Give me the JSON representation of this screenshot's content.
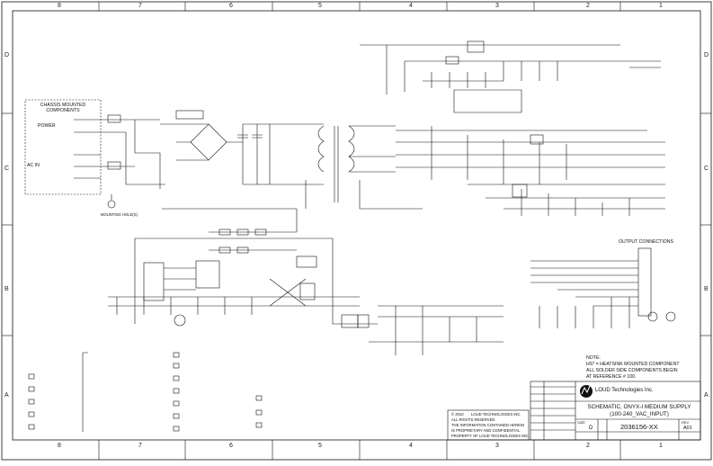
{
  "zones": {
    "columns": [
      "8",
      "7",
      "6",
      "5",
      "4",
      "3",
      "2",
      "1"
    ],
    "rows": [
      "D",
      "C",
      "B",
      "A"
    ]
  },
  "chassis": {
    "title": "CHASSIS MOUNTED COMPONENTS",
    "power_label": "POWER",
    "ac_in_label": "AC IN",
    "ground_label": "MOUNTING HOLE(S)"
  },
  "outputs": {
    "section_title": "OUTPUT CONNECTIONS"
  },
  "note": {
    "title": "NOTE:",
    "line1": "HS* = HEATSINK MOUNTED COMPONENT",
    "line2": "ALL SOLDER SIDE COMPONENTS BEGIN",
    "line3": "AT REFERENCE # 100."
  },
  "title_block": {
    "company": "LOUD Technologies Inc.",
    "copyright_year": "© 2010",
    "copyright_company": "LOUD TECHNOLOGIES INC.",
    "rights": "ALL RIGHTS RESERVED",
    "info1": "THE INFORMATION CONTAINED HEREIN",
    "info2": "IS PROPRIETARY AND CONFIDENTIAL",
    "info3": "PROPERTY OF LOUD TECHNOLOGIES INC.",
    "title_line1": "SCHEMATIC, ONYX-I MEDIUM SUPPLY",
    "title_line2": "(100-240_VAC_INPUT)",
    "doc_number": "2036156-XX",
    "size_label": "SIZE",
    "size": "D",
    "rev_label": "REV",
    "rev": "A01"
  },
  "colors": {
    "ink": "#111111",
    "paper": "#ffffff"
  }
}
